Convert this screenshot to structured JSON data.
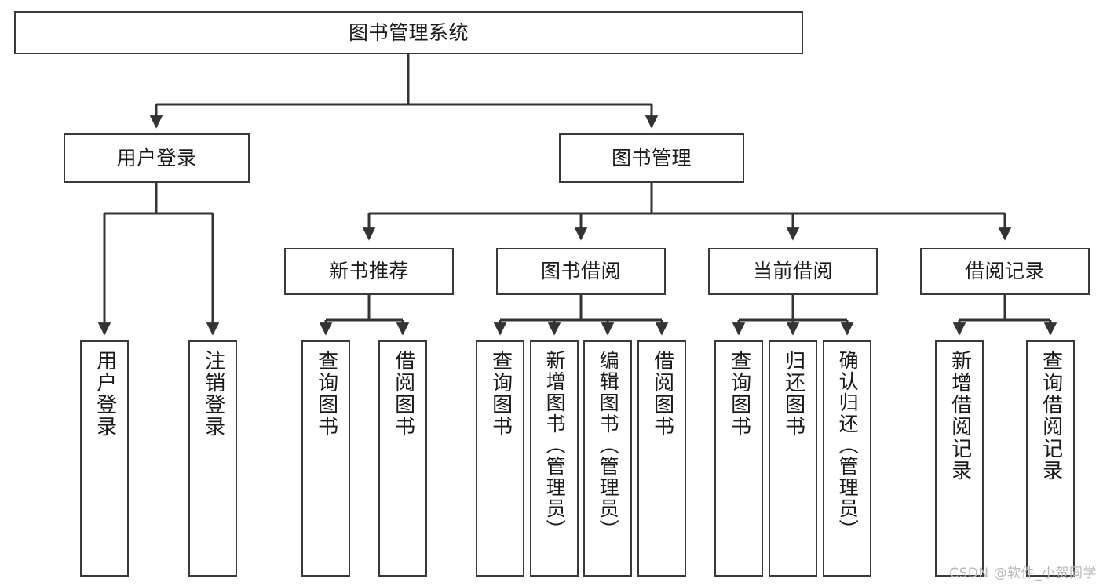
{
  "diagram": {
    "title": "图书管理系统",
    "type": "tree",
    "watermark": "CSDN @软件_小贺同学",
    "colors": {
      "box_border": "#3a3a3a",
      "box_fill": "#ffffff",
      "connector": "#333333",
      "text": "#1a1a1a",
      "watermark": "#b9b9b9",
      "background": "#ffffff"
    },
    "root": {
      "label": "图书管理系统"
    },
    "level2": [
      {
        "id": "user-login",
        "label": "用户登录"
      },
      {
        "id": "book-management",
        "label": "图书管理"
      }
    ],
    "level3": [
      {
        "id": "new-book-recommend",
        "label": "新书推荐",
        "parent": "book-management"
      },
      {
        "id": "book-borrow",
        "label": "图书借阅",
        "parent": "book-management"
      },
      {
        "id": "current-borrow",
        "label": "当前借阅",
        "parent": "book-management"
      },
      {
        "id": "borrow-record",
        "label": "借阅记录",
        "parent": "book-management"
      }
    ],
    "leaves": [
      {
        "id": "leaf-user-login",
        "label": "用户登录",
        "parent": "user-login"
      },
      {
        "id": "leaf-logout-login",
        "label": "注销登录",
        "parent": "user-login"
      },
      {
        "id": "leaf-query-book-1",
        "label": "查询图书",
        "parent": "new-book-recommend"
      },
      {
        "id": "leaf-borrow-book-1",
        "label": "借阅图书",
        "parent": "new-book-recommend"
      },
      {
        "id": "leaf-query-book-2",
        "label": "查询图书",
        "parent": "book-borrow"
      },
      {
        "id": "leaf-add-book",
        "label": "新增图书（管理员）",
        "parent": "book-borrow"
      },
      {
        "id": "leaf-edit-book",
        "label": "编辑图书（管理员）",
        "parent": "book-borrow"
      },
      {
        "id": "leaf-borrow-book-2",
        "label": "借阅图书",
        "parent": "book-borrow"
      },
      {
        "id": "leaf-query-book-3",
        "label": "查询图书",
        "parent": "current-borrow"
      },
      {
        "id": "leaf-return-book",
        "label": "归还图书",
        "parent": "current-borrow"
      },
      {
        "id": "leaf-confirm-return",
        "label": "确认归还（管理员）",
        "parent": "current-borrow"
      },
      {
        "id": "leaf-add-record",
        "label": "新增借阅记录",
        "parent": "borrow-record"
      },
      {
        "id": "leaf-query-record",
        "label": "查询借阅记录",
        "parent": "borrow-record"
      }
    ]
  }
}
